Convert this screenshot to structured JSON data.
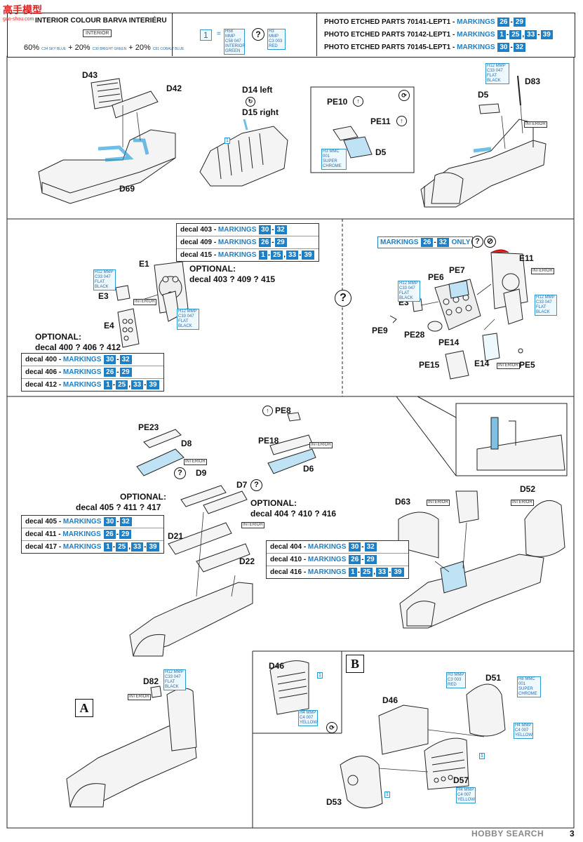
{
  "header": {
    "interior_title": "INTERIOR COLOUR  BARVA INTERIÉRU",
    "interior_label": "INTERIOR",
    "ratio_parts": [
      "60%",
      "+ 20%",
      "+ 20%"
    ],
    "ratio_codes": [
      "C34 SKY BLUE",
      "C30 BRIGHT GREEN",
      "C81 COBALT BLUE"
    ],
    "legend_num": "1",
    "legend_eq": "=",
    "legend_codes": [
      "H58 MMP C58 047 INTERIOR GREEN",
      "H3 MMP C3 003 RED"
    ],
    "pe_lines": [
      {
        "text": "PHOTO ETCHED PARTS 70141-LEPT1 - ",
        "label": "MARKINGS",
        "m": [
          "26",
          "-",
          "29"
        ]
      },
      {
        "text": "PHOTO ETCHED PARTS 70142-LEPT1 - ",
        "label": "MARKINGS",
        "m": [
          "1",
          "-",
          "25",
          ",",
          "33",
          "-",
          "39"
        ]
      },
      {
        "text": "PHOTO ETCHED PARTS 70145-LEPT1 - ",
        "label": "MARKINGS",
        "m": [
          "30",
          "-",
          "32"
        ]
      }
    ]
  },
  "logo": {
    "text": "高手模型",
    "url": "gao-shou.com"
  },
  "step1": {
    "labels": [
      "D43",
      "D42",
      "D69",
      "D14 left",
      "D15 right",
      "PE10",
      "PE11",
      "D5",
      "D5",
      "D83"
    ],
    "paint": [
      "INTERIOR",
      "H12 MMP C33 047 FLAT BLACK",
      "H3 MMC 001 SUPER CHROME",
      "1"
    ]
  },
  "step2": {
    "labels": [
      "E1",
      "E3",
      "E4",
      "E11",
      "PE6",
      "PE7",
      "E3",
      "PE9",
      "PE28",
      "PE14",
      "PE15",
      "E14",
      "PE5"
    ],
    "optional_top": "OPTIONAL:",
    "optional_top_line": "decal 403 ? 409 ? 415",
    "optional_left": "OPTIONAL:",
    "optional_left_line": "decal 400 ? 406 ? 412",
    "decals_top": [
      {
        "d": "decal 403 - ",
        "m": [
          "30",
          "-",
          "32"
        ]
      },
      {
        "d": "decal 409 - ",
        "m": [
          "26",
          "-",
          "29"
        ]
      },
      {
        "d": "decal 415 - ",
        "m": [
          "1",
          "-",
          "25",
          ",",
          "33",
          "-",
          "39"
        ]
      }
    ],
    "decals_left": [
      {
        "d": "decal 400 - ",
        "m": [
          "30",
          "-",
          "32"
        ]
      },
      {
        "d": "decal 406 - ",
        "m": [
          "26",
          "-",
          "29"
        ]
      },
      {
        "d": "decal 412 - ",
        "m": [
          "1",
          "-",
          "25",
          ",",
          "33",
          "-",
          "39"
        ]
      }
    ],
    "markings_only": {
      "label": "MARKINGS",
      "m": [
        "26",
        "-",
        "32"
      ],
      "suffix": "ONLY"
    },
    "paint": [
      "INTERIOR",
      "H12 MMP C33 047 FLAT BLACK",
      "H12 MMP C33 047 FLAT BLACK",
      "INTERIOR",
      "INTERIOR",
      "H12 MMP C33 047 FLAT BLACK"
    ]
  },
  "step3": {
    "labels": [
      "PE23",
      "D8",
      "PE8",
      "PE18",
      "D6",
      "D9",
      "D7",
      "D21",
      "D22",
      "D63",
      "D52"
    ],
    "optional_a": "OPTIONAL:",
    "optional_a_line": "decal 405 ? 411 ? 417",
    "optional_b": "OPTIONAL:",
    "optional_b_line": "decal 404 ? 410 ? 416",
    "decals_a": [
      {
        "d": "decal 405 - ",
        "m": [
          "30",
          "-",
          "32"
        ]
      },
      {
        "d": "decal 411 - ",
        "m": [
          "26",
          "-",
          "29"
        ]
      },
      {
        "d": "decal 417 - ",
        "m": [
          "1",
          "-",
          "25",
          ",",
          "33",
          "-",
          "39"
        ]
      }
    ],
    "decals_b": [
      {
        "d": "decal 404 - ",
        "m": [
          "30",
          "-",
          "32"
        ]
      },
      {
        "d": "decal 410 - ",
        "m": [
          "26",
          "-",
          "29"
        ]
      },
      {
        "d": "decal 416 - ",
        "m": [
          "1",
          "-",
          "25",
          ",",
          "33",
          "-",
          "39"
        ]
      }
    ],
    "paint": [
      "INTERIOR",
      "INTERIOR",
      "INTERIOR",
      "INTERIOR",
      "INTERIOR"
    ]
  },
  "step4": {
    "section_a": "A",
    "section_b": "B",
    "labels": [
      "D82",
      "D46",
      "D46",
      "D51",
      "D57",
      "D53"
    ],
    "paint": [
      "H12 MMP C33 047 FLAT BLACK",
      "INTERIOR",
      "1",
      "H4 MMP C4 007 YELLOW",
      "H3 MMP C3 003 RED",
      "H8 MMC 001 SUPER CHROME",
      "H4 MMP C4 007 YELLOW",
      "1",
      "H4 MMP C4 007 YELLOW",
      "1"
    ]
  },
  "footer": {
    "watermark": "HOBBY SEARCH",
    "page": "3"
  }
}
